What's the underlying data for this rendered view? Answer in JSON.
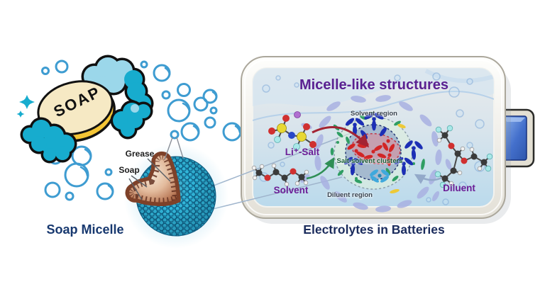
{
  "left": {
    "soap_text": "SOAP",
    "grease_label": "Grease",
    "soap_label": "Soap",
    "caption": "Soap Micelle"
  },
  "right": {
    "title": "Micelle-like structures",
    "li_salt_label": "Li⁺-Salt",
    "solvent_label": "Solvent",
    "diluent_label": "Diluent",
    "solvent_region_label": "Solvent region",
    "salt_solvent_clusters_label": "Salt-solvent clusters",
    "diluent_region_label": "Diluent region",
    "caption": "Electrolytes in Batteries"
  },
  "colors": {
    "bubble_blue": "#3e9cd1",
    "foam_teal": "#17acce",
    "foam_light": "#9bd7ea",
    "soap_cream": "#f6e9c4",
    "soap_yellow": "#f4c535",
    "micelle_bead": "#31b7db",
    "grease_brown": "#7e4129",
    "title_purple": "#5a2191",
    "caption_navy": "#1a2b5c",
    "salt_red": "#d22525",
    "solvent_blue": "#1c2fb5",
    "cluster_green": "#2f9e63",
    "diluent_periwinkle": "#a9b1e2",
    "yellow_accent": "#edc938",
    "cyan_accent": "#3fa8dc",
    "terminal_blue": "#4470cc"
  }
}
